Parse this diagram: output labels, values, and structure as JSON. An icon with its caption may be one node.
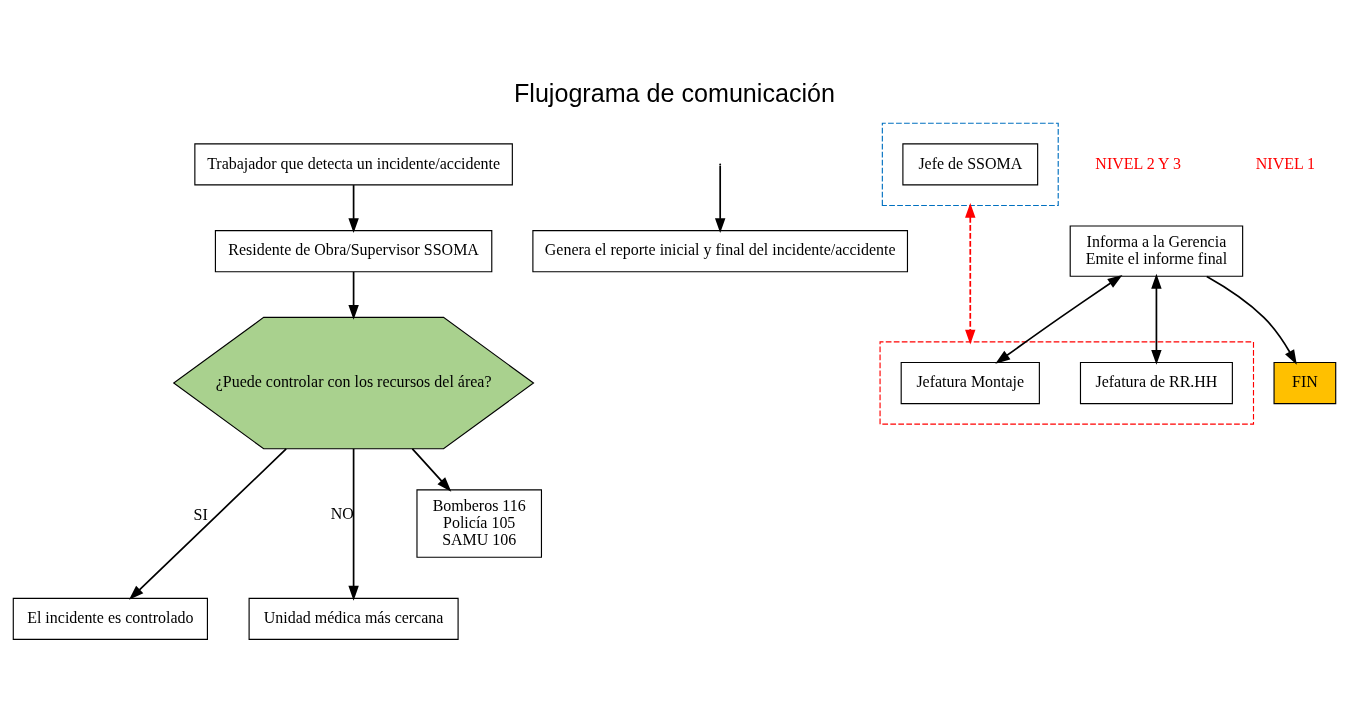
{
  "diagram": {
    "title": "Flujograma de comunicación",
    "nodes": [
      {
        "text": [
          "Trabajador que detecta un incidente/accidente"
        ]
      },
      {
        "text": [
          "Residente de Obra/Supervisor SSOMA"
        ]
      },
      {
        "text": [
          "¿Puede controlar con los recursos del área?"
        ]
      },
      {
        "text": [
          "El incidente es controlado"
        ]
      },
      {
        "text": [
          "Unidad médica más cercana"
        ]
      },
      {
        "text": [
          "Bomberos 116",
          "Policía 105",
          "SAMU 106"
        ]
      },
      {
        "text": [
          "Genera el reporte inicial y final del incidente/accidente"
        ]
      },
      {
        "text": [],
        "shape": "box"
      },
      {
        "text": [
          "Jefe de SSOMA"
        ],
        "in": 7
      },
      {
        "text": [],
        "shape": "box"
      },
      {
        "text": [
          "Jefatura Montaje"
        ],
        "in": 9
      },
      {
        "text": [
          "Jefatura de RR.HH"
        ],
        "in": 9
      },
      {
        "text": [
          "Informa a la Gerencia",
          "Emite el informe final"
        ]
      },
      {
        "text": [
          "FIN"
        ]
      }
    ],
    "edges": [
      {
        "from": 0,
        "to": 1,
        "arrow": "to"
      },
      {
        "from": 1,
        "to": 2,
        "arrow": "to"
      },
      {
        "from": 2,
        "to": 3,
        "arrow": "to",
        "label": "SI"
      },
      {
        "from": 2,
        "to": 4,
        "arrow": "to",
        "label": "NO"
      },
      {
        "from": 2,
        "to": 5,
        "arrow": "to"
      },
      {
        "from": null,
        "to": 6,
        "arrow": "to"
      },
      {
        "from": 7,
        "to": 9,
        "arrow": "both",
        "style": "dashed",
        "color": "#ff0000"
      },
      {
        "from": 12,
        "to": 10,
        "arrow": "both"
      },
      {
        "from": 12,
        "to": 11,
        "arrow": "both"
      },
      {
        "from": 12,
        "to": 13,
        "arrow": "to"
      }
    ],
    "labels": [
      "NIVEL 2 Y 3",
      "NIVEL 1"
    ]
  }
}
